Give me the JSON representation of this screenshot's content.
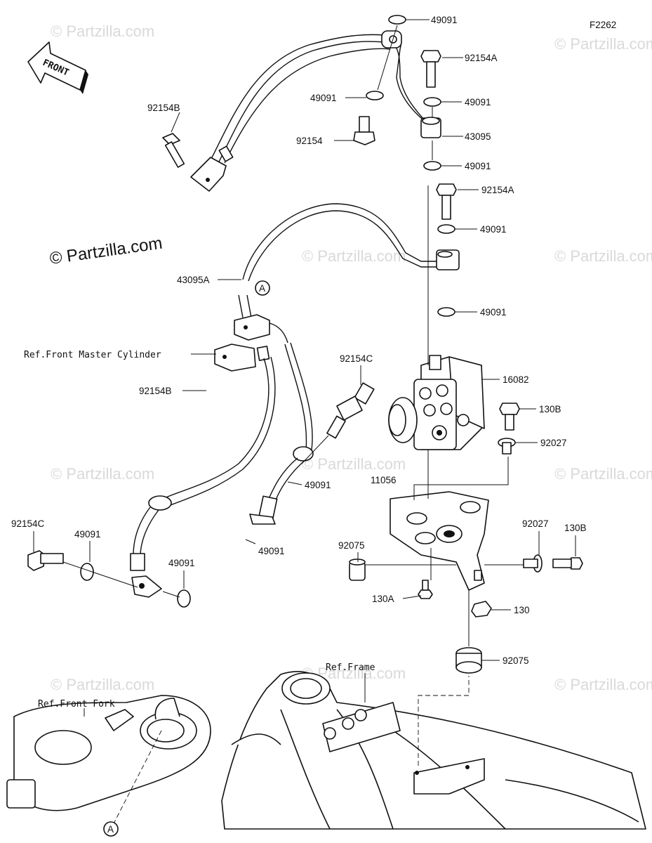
{
  "figure_code": "F2262",
  "front_arrow_label": "FRONT",
  "watermark_main": "© Partzilla.com",
  "watermark_faint": "© Partzilla.com",
  "labels": {
    "p49091_top": "49091",
    "p92154A_1": "92154A",
    "p49091_a": "49091",
    "p49091_b": "49091",
    "p43095": "43095",
    "p49091_c": "49091",
    "p92154B_top": "92154B",
    "p92154": "92154",
    "p92154A_2": "92154A",
    "p49091_d": "49091",
    "p43095A": "43095A",
    "p49091_e": "49091",
    "ref_master_cyl": "Ref.Front Master Cylinder",
    "p92154B_mid": "92154B",
    "p92154C_mid": "92154C",
    "p16082": "16082",
    "p130B_1": "130B",
    "p92027_1": "92027",
    "p11056": "11056",
    "p49091_f": "49091",
    "p92154C_left": "92154C",
    "p49091_g": "49091",
    "p49091_h": "49091",
    "p92075_1": "92075",
    "p92027_2": "92027",
    "p130B_2": "130B",
    "p49091_i": "49091",
    "p130A": "130A",
    "p130": "130",
    "p92075_2": "92075",
    "ref_frame": "Ref.Frame",
    "ref_front_fork": "Ref.Front Fork",
    "marker_a_top": "A",
    "marker_a_bottom": "A"
  }
}
